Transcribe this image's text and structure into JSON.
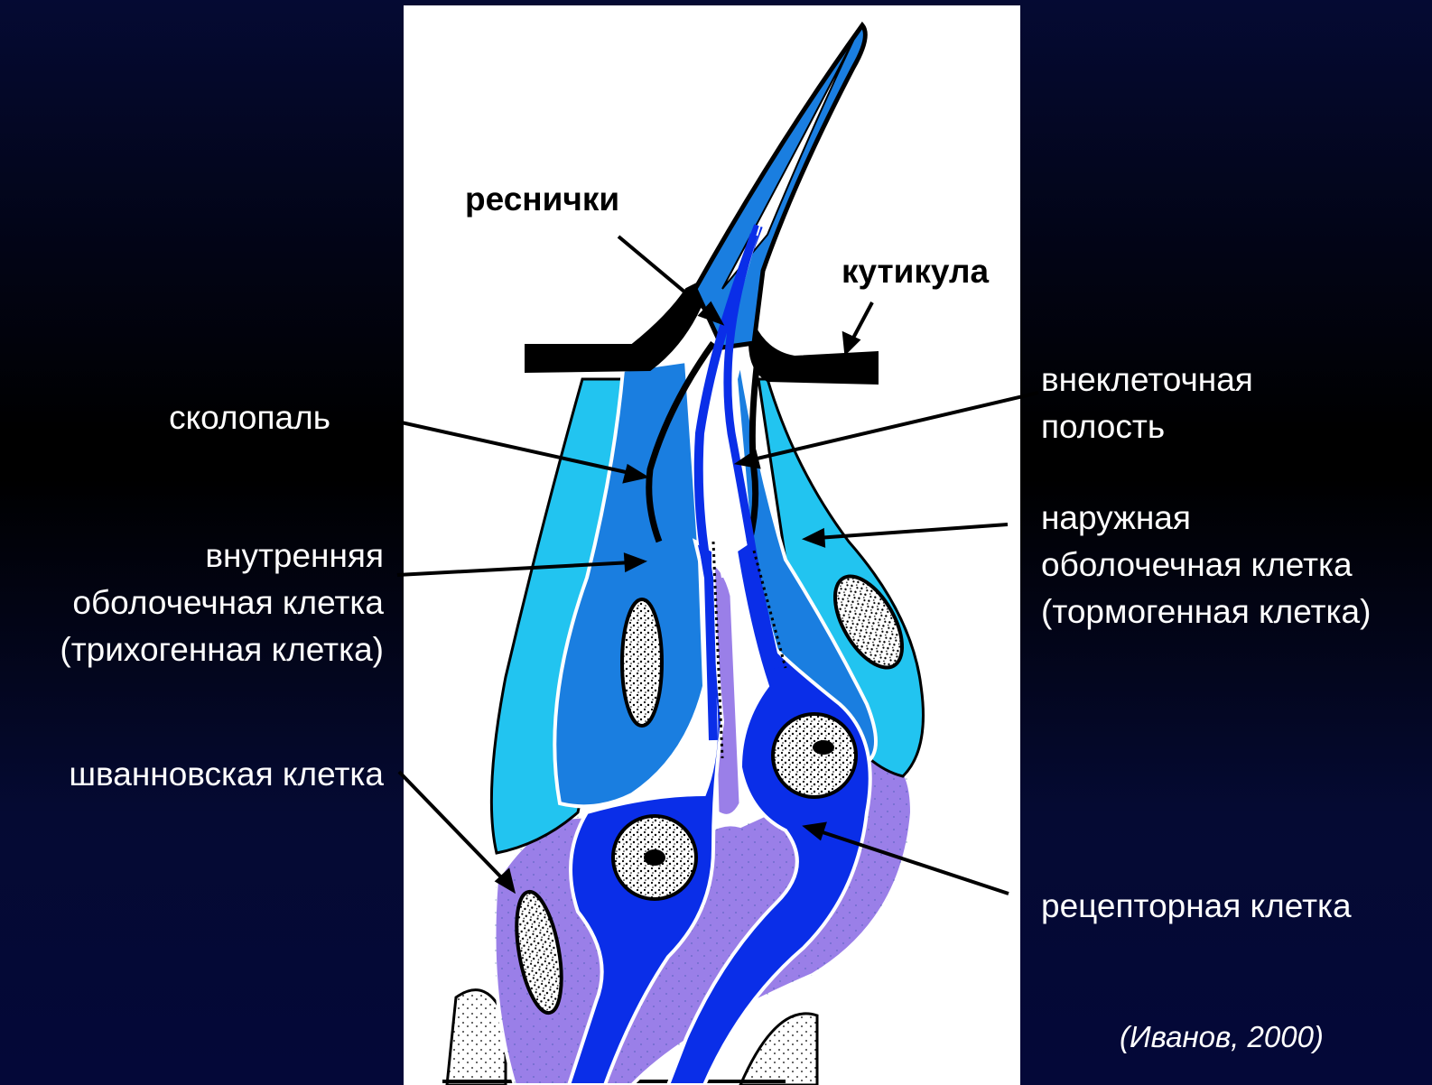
{
  "labels": {
    "scolopale": "сколопаль",
    "inner_cell": [
      "внутренняя",
      "оболочечная клетка",
      "(трихогенная клетка)"
    ],
    "schwann": "шванновская клетка",
    "cilia": "реснички",
    "cuticle": "кутикула",
    "extracellular": [
      "внеклеточная",
      "полость"
    ],
    "outer_cell": [
      "наружная",
      "оболочечная клетка",
      "(тормогенная клетка)"
    ],
    "receptor": "рецепторная клетка"
  },
  "citation": "(Иванов, 2000)",
  "colors": {
    "background_top": "#050a33",
    "panel": "#ffffff",
    "outer_sheath": "#22c4f0",
    "inner_sheath": "#1a7ee0",
    "receptor_cell": "#0a2ee8",
    "schwann_cell": "#9a7fe8",
    "outline": "#000000"
  }
}
